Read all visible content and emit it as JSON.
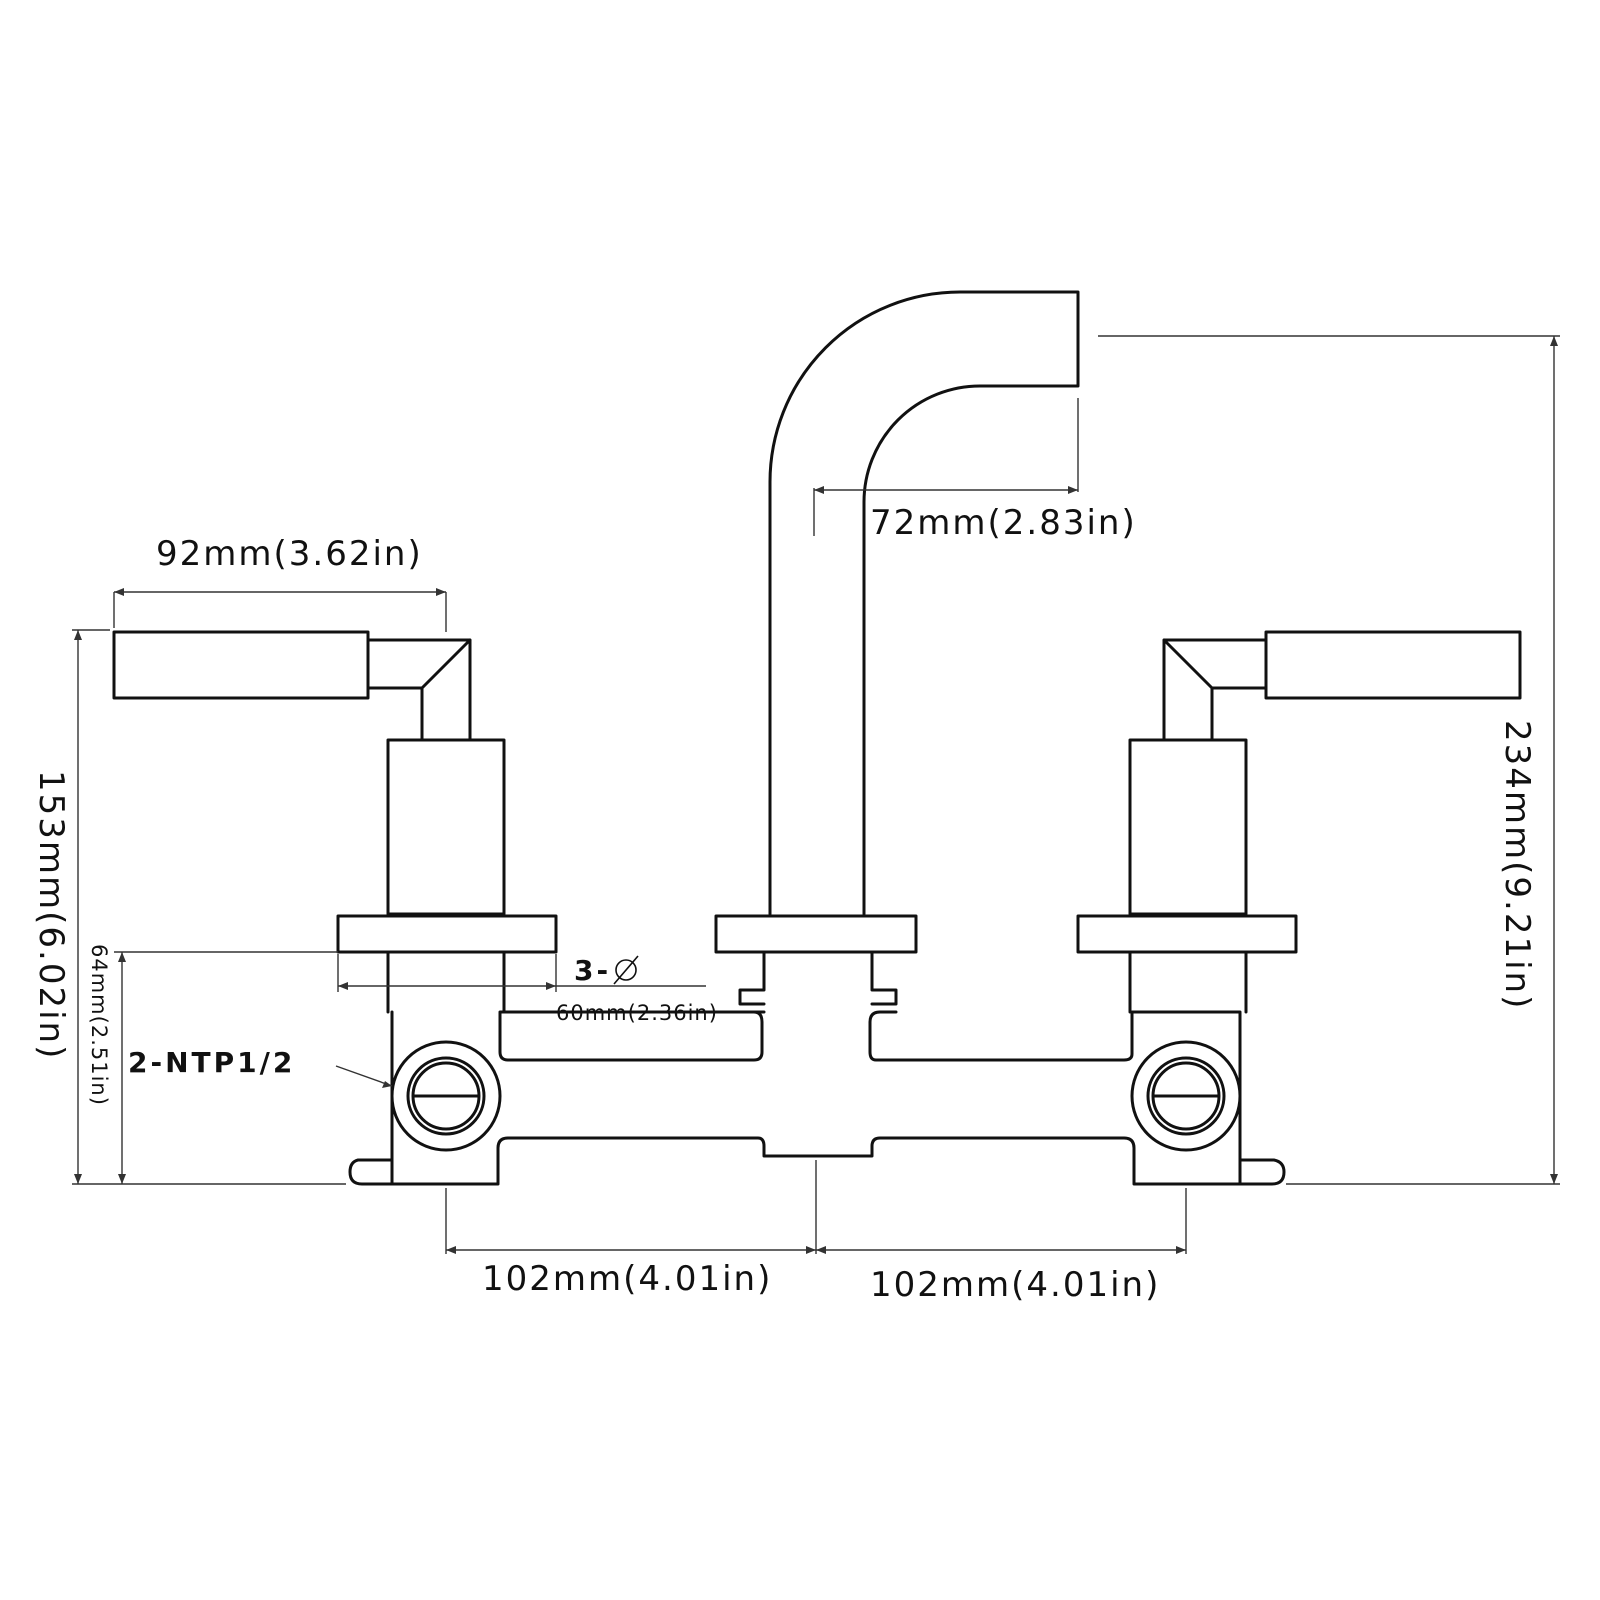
{
  "dimensions": {
    "handle_length": "92mm(3.62in)",
    "spout_reach": "72mm(2.83in)",
    "total_height": "234mm(9.21in)",
    "handle_height": "153mm(6.02in)",
    "valve_body_height": "64mm(2.51in)",
    "hole_spec_count": "3-",
    "hole_diameter": "60mm(2.36in)",
    "thread_spec": "2-NTP1/2",
    "spacing_left": "102mm(4.01in)",
    "spacing_right": "102mm(4.01in)"
  },
  "icons": {
    "diameter_symbol": "diameter-icon"
  },
  "colors": {
    "line": "#111111",
    "background": "#ffffff"
  }
}
